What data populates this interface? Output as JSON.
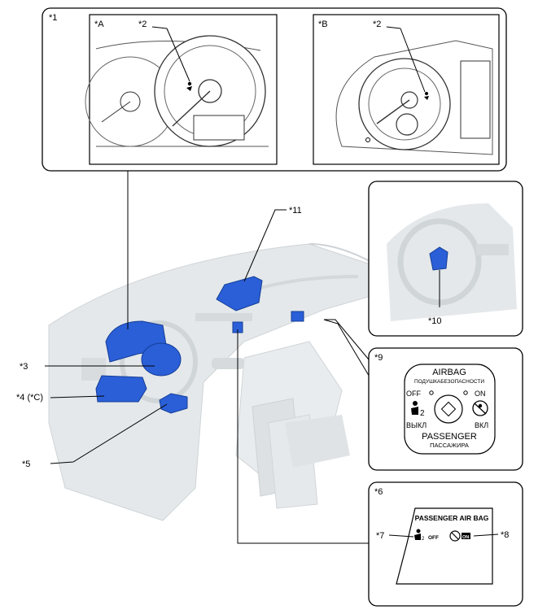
{
  "callouts": {
    "c1": "*1",
    "cA": "*A",
    "cB": "*B",
    "c2a": "*2",
    "c2b": "*2",
    "c3": "*3",
    "c4": "*4 (*C)",
    "c5": "*5",
    "c6": "*6",
    "c7": "*7",
    "c8": "*8",
    "c9": "*9",
    "c10": "*10",
    "c11": "*11"
  },
  "switch_panel": {
    "title": "AIRBAG",
    "title_ru": "ПОДУШКАБЕЗОПАСНОСТИ",
    "off": "OFF",
    "on": "ON",
    "off_ru": "ВЫКЛ",
    "on_ru": "ВКЛ",
    "passenger": "PASSENGER",
    "passenger_ru": "ПАССАЖИРА"
  },
  "indicator_panel": {
    "title": "PASSENGER AIR BAG",
    "off_text": "OFF",
    "on_text": "ON"
  },
  "colors": {
    "component_blue": "#2a5fd8",
    "ghost_gray": "#d9dde0",
    "line": "#000000"
  },
  "icons": [
    "airbag-person-icon",
    "airbag-disabled-icon",
    "key-slot-icon"
  ]
}
